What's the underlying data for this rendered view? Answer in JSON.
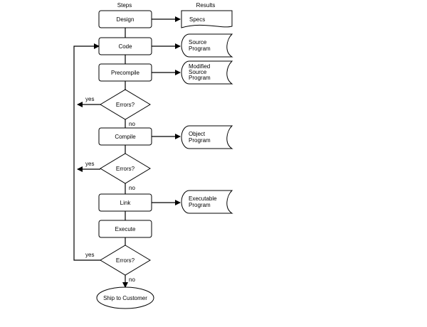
{
  "headers": {
    "steps": "Steps",
    "results": "Results"
  },
  "steps": {
    "design": "Design",
    "code": "Code",
    "precompile": "Precompile",
    "errors1": "Errors?",
    "compile": "Compile",
    "errors2": "Errors?",
    "link": "Link",
    "execute": "Execute",
    "errors3": "Errors?",
    "ship": "Ship to Customer"
  },
  "results": {
    "specs": "Specs",
    "source": [
      "Source",
      "Program"
    ],
    "modified": [
      "Modified",
      "Source",
      "Program"
    ],
    "object": [
      "Object",
      "Program"
    ],
    "executable": [
      "Executable",
      "Program"
    ]
  },
  "branch_labels": {
    "yes1": "yes",
    "no1": "no",
    "yes2": "yes",
    "no2": "no",
    "yes3": "yes",
    "no3": "no"
  }
}
